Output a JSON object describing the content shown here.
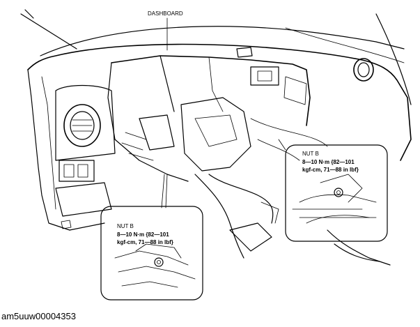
{
  "callouts": {
    "dashboard": "DASHBOARD",
    "nut_right": {
      "title": "NUT B",
      "line1": "8—10 N·m {82—101",
      "line2": "kgf-cm, 71—88 in lbf}"
    },
    "nut_left": {
      "title": "NUT B",
      "line1": "8—10 N·m {82—101",
      "line2": "kgf-cm, 71—88 in lbf}"
    }
  },
  "figure_id": "am5uuw00004353"
}
